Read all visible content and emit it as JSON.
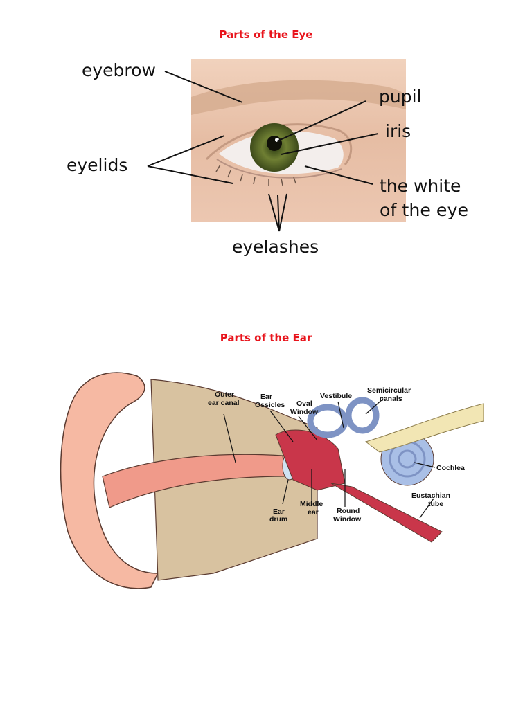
{
  "colors": {
    "heading": "#e8141c",
    "ear_red": "#c9364a",
    "ear_skin": "#f4b8a4",
    "inner_ear_blue": "#a9bfe6"
  },
  "eye_section": {
    "heading": "Parts of the Eye",
    "labels": {
      "eyebrow": "eyebrow",
      "pupil": "pupil",
      "iris": "iris",
      "eyelids": "eyelids",
      "white_line1": "the white",
      "white_line2": "of the eye",
      "eyelashes": "eyelashes"
    }
  },
  "ear_section": {
    "heading": "Parts of the Ear",
    "labels": {
      "outer_ear_canal_1": "Outer",
      "outer_ear_canal_2": "ear canal",
      "ear_ossicles_1": "Ear",
      "ear_ossicles_2": "Ossicles",
      "oval_window_1": "Oval",
      "oval_window_2": "Window",
      "vestibule": "Vestibule",
      "semicircular_1": "Semicircular",
      "semicircular_2": "canals",
      "cochlea": "Cochlea",
      "eustachian_1": "Eustachian",
      "eustachian_2": "tube",
      "ear_drum_1": "Ear",
      "ear_drum_2": "drum",
      "middle_ear_1": "Middle",
      "middle_ear_2": "ear",
      "round_window_1": "Round",
      "round_window_2": "Window"
    }
  }
}
